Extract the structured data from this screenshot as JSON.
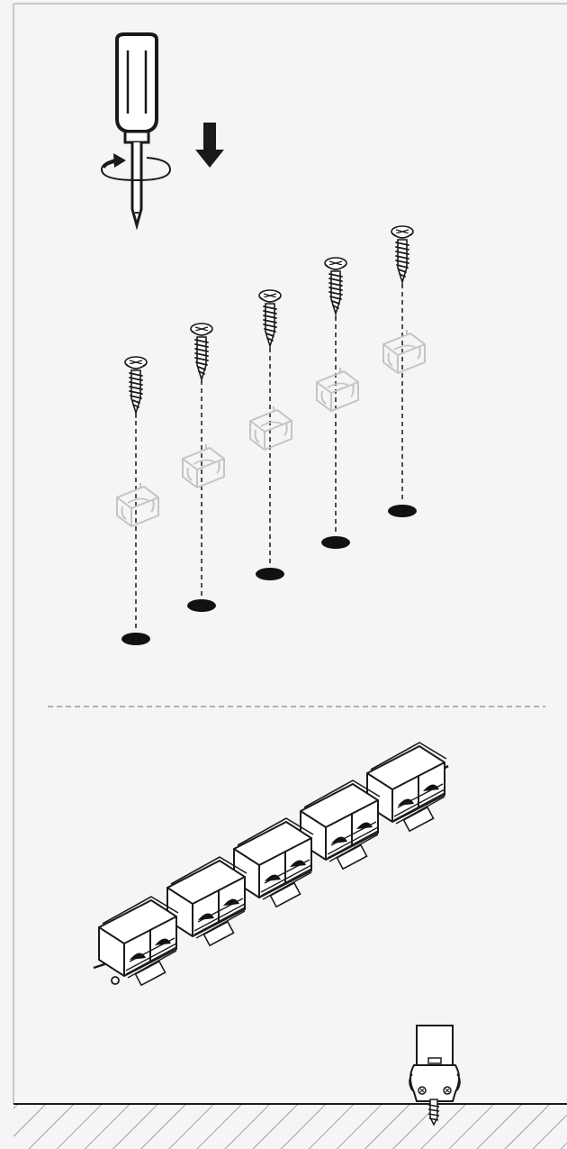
{
  "diagram": {
    "type": "installation-instructions",
    "text": "",
    "colors": {
      "page": "#f5f5f5",
      "frame": "#c8c8c8",
      "ink": "#1a1a1a",
      "ghost": "#c4c4c4",
      "hatch": "#6b6b6b",
      "divider": "#888888"
    },
    "icons": {
      "tool": "screwdriver-icon",
      "rotation": "rotate-icon",
      "direction": "arrow-down-icon",
      "fastener": "screw-icon",
      "hole": "drill-hole-icon",
      "clip": "mounting-clip-icon",
      "strip": "light-strip-icon",
      "surface": "hatched-floor-icon"
    },
    "screw_count": 5,
    "clip_count": 5
  }
}
